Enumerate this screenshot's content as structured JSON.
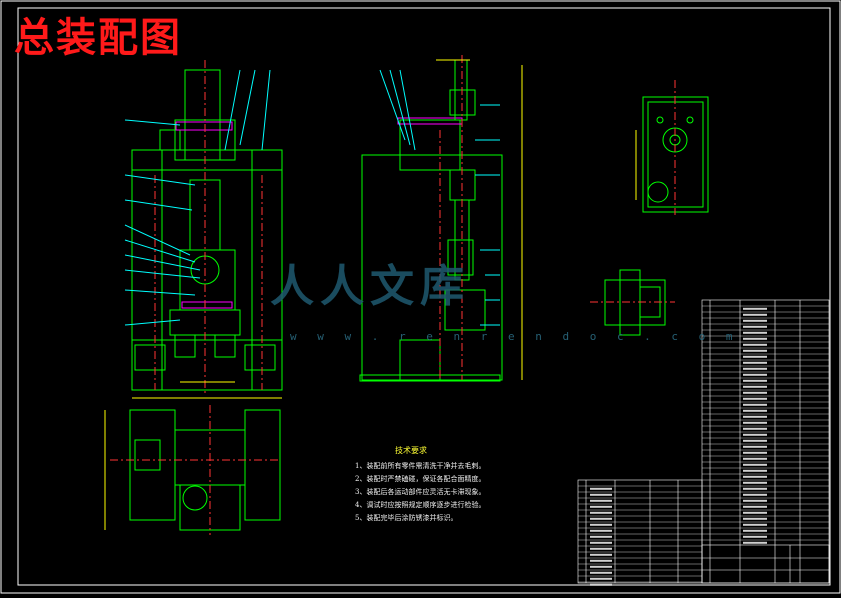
{
  "drawing": {
    "title": "总装配图",
    "watermark": "人人文库",
    "watermark_url": "w w w . r e n r e n d o c . c o m",
    "notes": {
      "heading": "技术要求",
      "items": [
        "1、装配前所有零件需清洗干净并去毛刺。",
        "2、装配时严禁磕碰，保证各配合面精度。",
        "3、装配后各运动部件应灵活无卡滞现象。",
        "4、调试时应按照规定顺序逐步进行检验。",
        "5、装配完毕后涂防锈漆并标识。"
      ]
    }
  },
  "colors": {
    "background": "#000000",
    "frame": "#ffffff",
    "outline": "#00ff00",
    "leader": "#00ffff",
    "hatch": "#ff00ff",
    "dimension": "#ffff00",
    "title": "#ff1a1a"
  }
}
